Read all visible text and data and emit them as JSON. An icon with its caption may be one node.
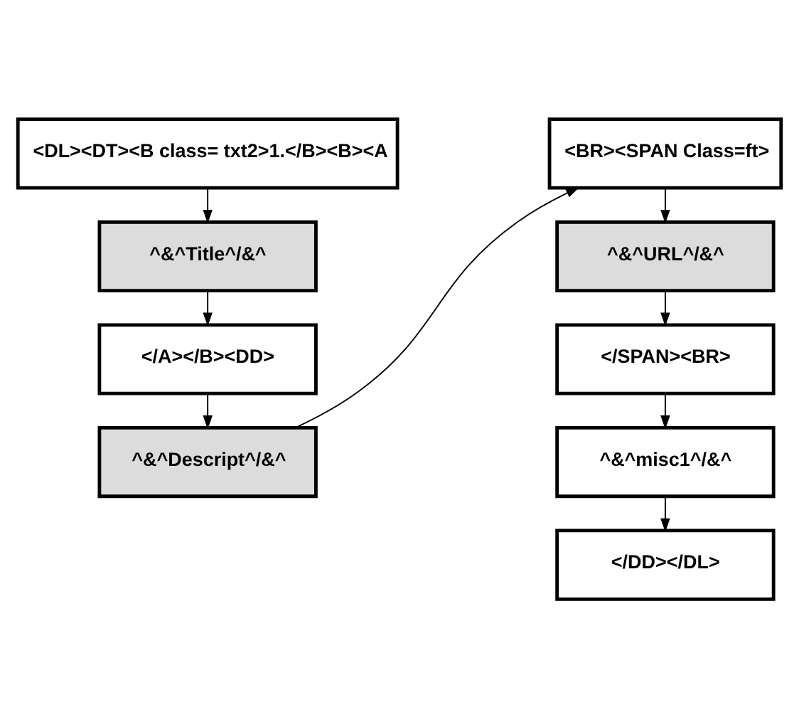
{
  "diagram": {
    "nodes": [
      {
        "text": [
          "<DL><DT><B class= txt2>1.</B><B><A"
        ]
      },
      {
        "text": [
          "^&^Title^/&^"
        ]
      },
      {
        "text": [
          "</A></B><DD>"
        ]
      },
      {
        "text": [
          "^&^Descript^/&^"
        ]
      },
      {
        "text": [
          "<BR><SPAN Class=ft>"
        ]
      },
      {
        "text": [
          "^&^URL^/&^"
        ]
      },
      {
        "text": [
          "</SPAN><BR>"
        ]
      },
      {
        "text": [
          "^&^misc1^/&^"
        ]
      },
      {
        "text": [
          "</DD></DL>"
        ]
      }
    ],
    "edges": [
      {
        "from": 0,
        "to": 1,
        "arrow": "to"
      },
      {
        "from": 1,
        "to": 2,
        "arrow": "to"
      },
      {
        "from": 2,
        "to": 3,
        "arrow": "to"
      },
      {
        "from": 3,
        "to": 4,
        "arrow": "to"
      },
      {
        "from": 4,
        "to": 5,
        "arrow": "to"
      },
      {
        "from": 5,
        "to": 6,
        "arrow": "to"
      },
      {
        "from": 6,
        "to": 7,
        "arrow": "to"
      },
      {
        "from": 7,
        "to": 8,
        "arrow": "to"
      }
    ]
  }
}
